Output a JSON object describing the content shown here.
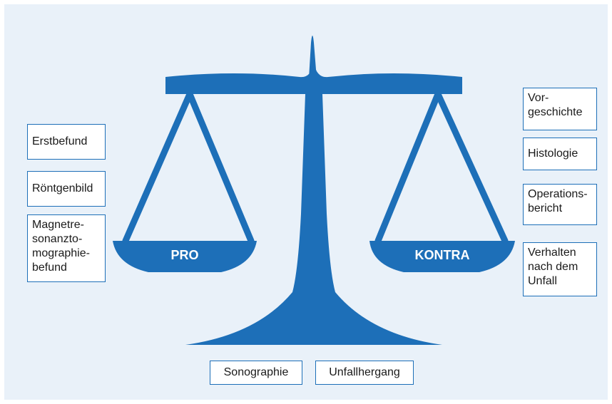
{
  "colors": {
    "scale": "#1d6fb8",
    "background": "#e9f1f9",
    "box_border": "#1d6fb8"
  },
  "pans": {
    "left_label": "PRO",
    "right_label": "KONTRA"
  },
  "pro_items": [
    "Erstbefund",
    "Röntgenbild",
    "Magnetre-\nsonanzto-\nmographie-\nbefund"
  ],
  "kontra_items": [
    "Vor-\ngeschichte",
    "Histologie",
    "Operations-\nbericht",
    "Verhalten\nnach dem\nUnfall"
  ],
  "bottom_items": [
    "Sonographie",
    "Unfallhergang"
  ]
}
